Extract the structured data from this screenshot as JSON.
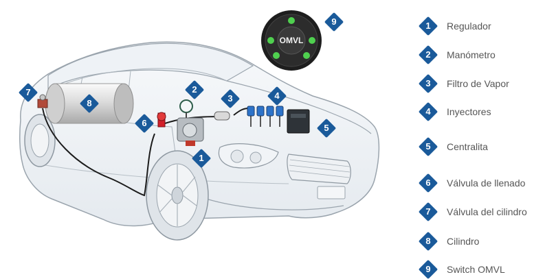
{
  "diagram": {
    "switch_brand": "OMVL",
    "accent_color": "#1a5a9a",
    "markers_on_car": [
      "1",
      "2",
      "3",
      "4",
      "5",
      "6",
      "7",
      "8",
      "9"
    ],
    "legend": [
      {
        "num": "1",
        "label": "Regulador"
      },
      {
        "num": "2",
        "label": "Manómetro"
      },
      {
        "num": "3",
        "label": "Filtro de Vapor"
      },
      {
        "num": "4",
        "label": "Inyectores"
      },
      {
        "num": "5",
        "label": "Centralita"
      },
      {
        "num": "6",
        "label": "Válvula de llenado"
      },
      {
        "num": "7",
        "label": "Válvula del cilindro"
      },
      {
        "num": "8",
        "label": "Cilindro"
      },
      {
        "num": "9",
        "label": "Switch OMVL"
      }
    ]
  }
}
